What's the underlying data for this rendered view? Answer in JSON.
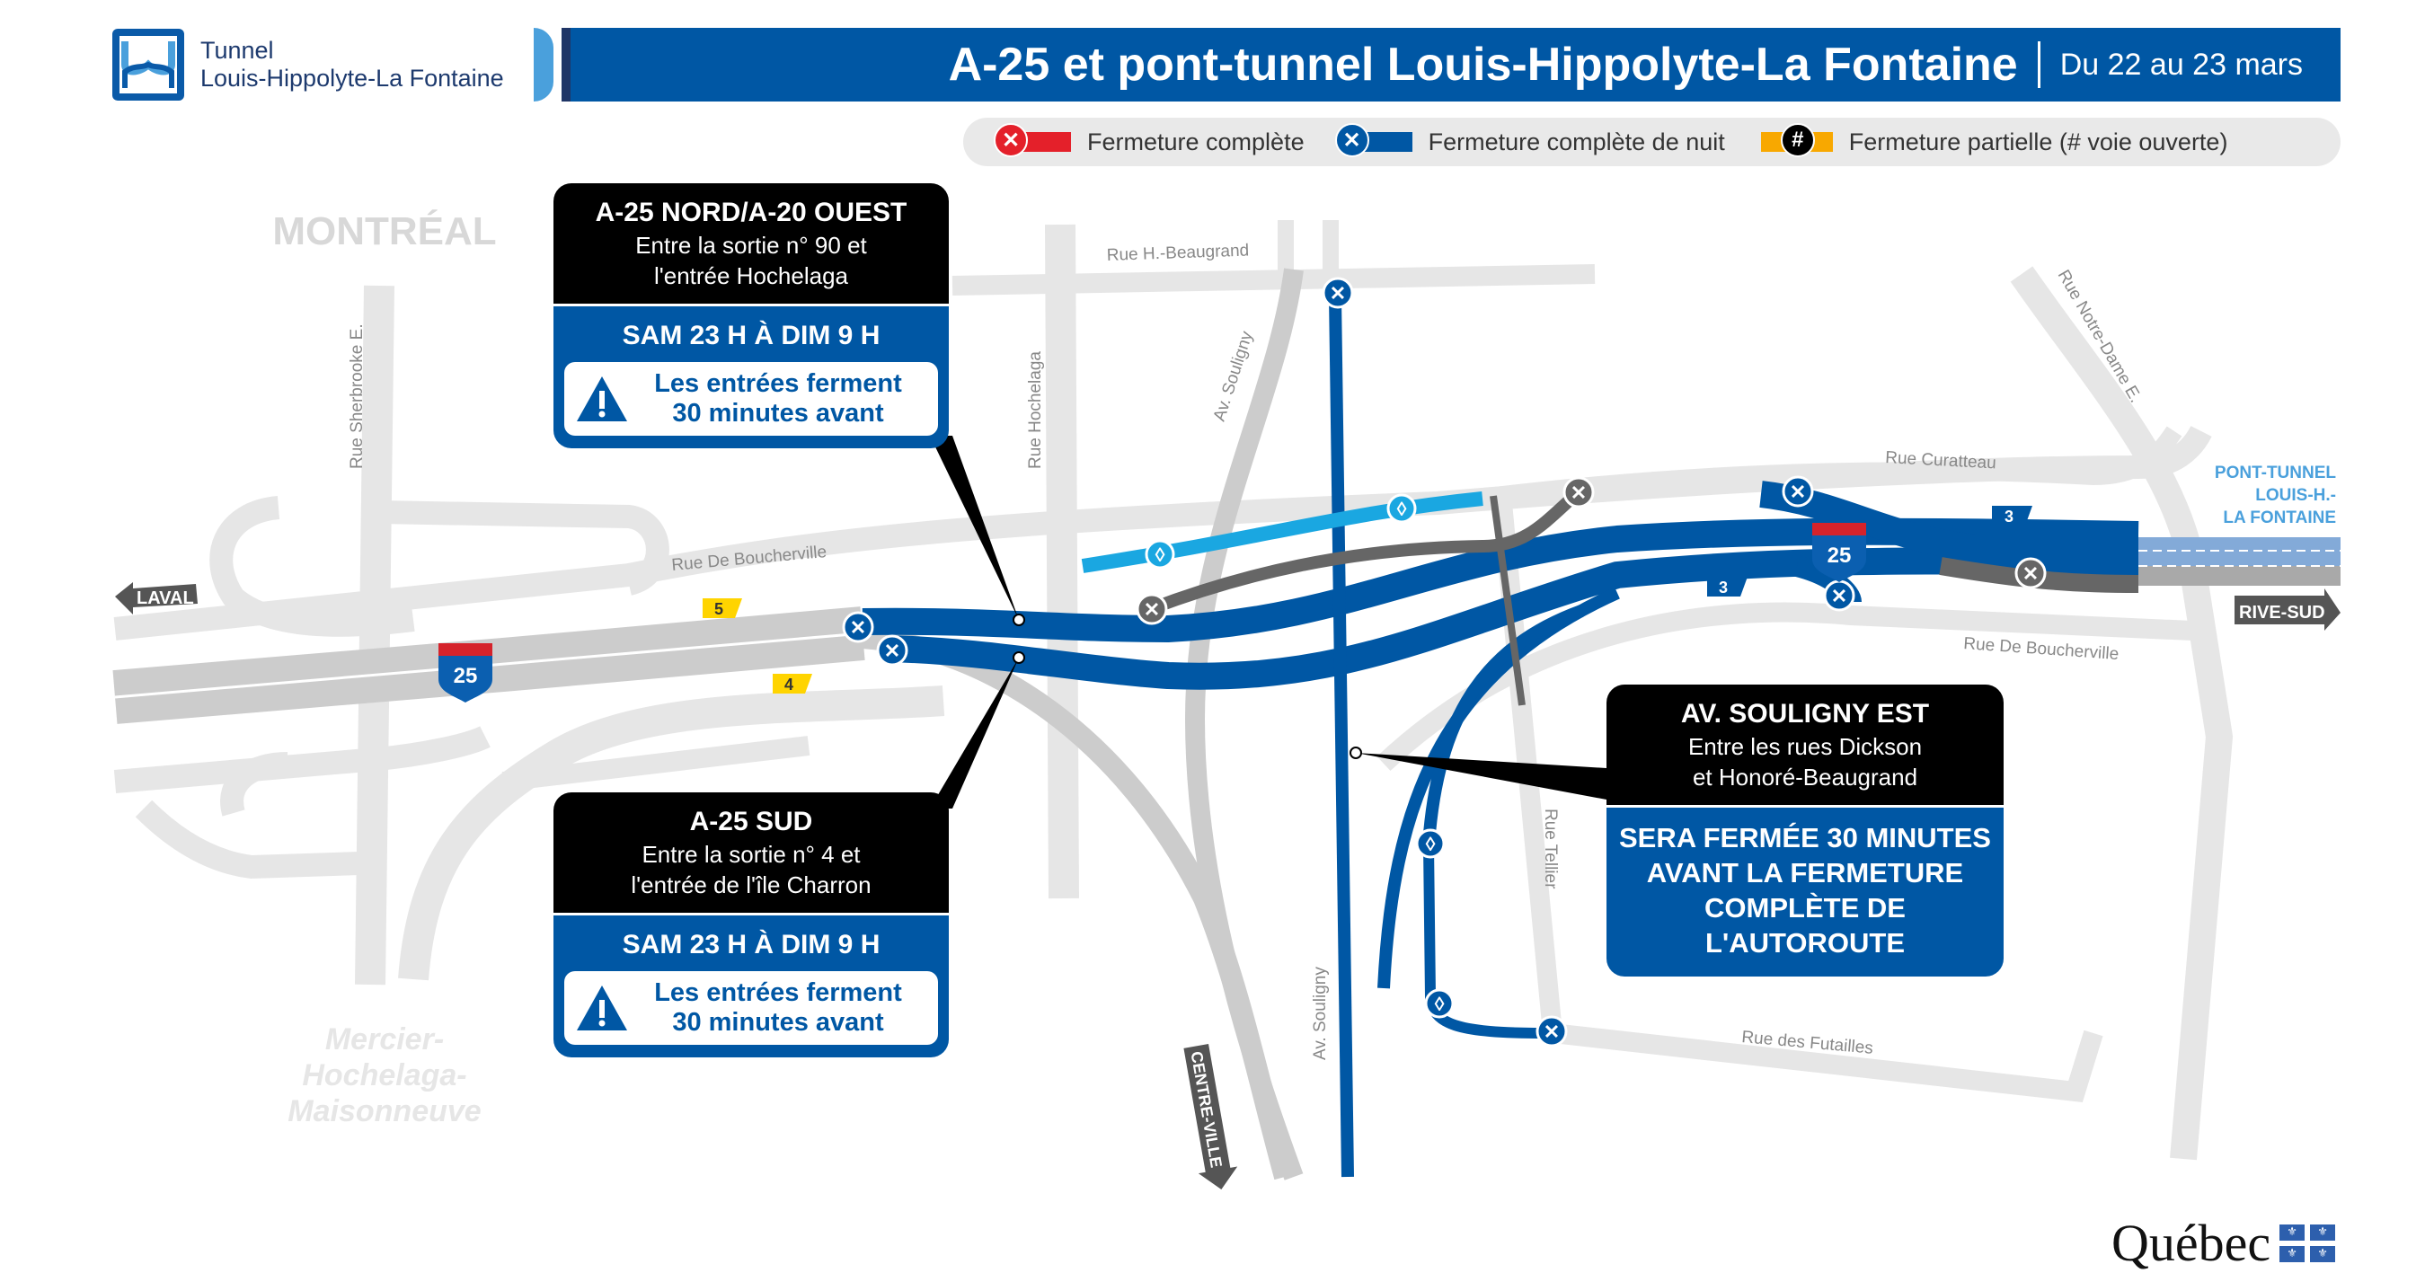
{
  "header": {
    "logo_line1": "Tunnel",
    "logo_line2": "Louis-Hippolyte-La Fontaine",
    "title": "A-25 et pont-tunnel Louis-Hippolyte-La Fontaine",
    "date": "Du 22 au 23 mars"
  },
  "legend": {
    "items": [
      {
        "label": "Fermeture complète",
        "symbol": "x",
        "color": "#e4202a"
      },
      {
        "label": "Fermeture complète de nuit",
        "symbol": "x",
        "color": "#0057a4"
      },
      {
        "label": "Fermeture partielle (# voie ouverte)",
        "symbol": "#",
        "color": "#f8a800"
      }
    ]
  },
  "callouts": {
    "north": {
      "title": "A-25 NORD/A-20 OUEST",
      "line1": "Entre la sortie n° 90 et",
      "line2": "l'entrée Hochelaga",
      "when": "SAM 23 H À DIM 9 H",
      "warn1": "Les entrées ferment",
      "warn2": "30 minutes avant"
    },
    "south": {
      "title": "A-25 SUD",
      "line1": "Entre la sortie n° 4 et",
      "line2": "l'entrée de l'île Charron",
      "when": "SAM 23 H À DIM 9 H",
      "warn1": "Les entrées ferment",
      "warn2": "30 minutes avant"
    },
    "souligny": {
      "title": "AV. SOULIGNY EST",
      "line1": "Entre les rues Dickson",
      "line2": "et Honoré-Beaugrand",
      "big1": "SERA FERMÉE 30 MINUTES",
      "big2": "AVANT LA FERMETURE",
      "big3": "COMPLÈTE DE L'AUTOROUTE"
    }
  },
  "map": {
    "areas": {
      "montreal": "MONTRÉAL",
      "mhm1": "Mercier-",
      "mhm2": "Hochelaga-",
      "mhm3": "Maisonneuve"
    },
    "streets": {
      "sherbrooke": "Rue Sherbrooke E.",
      "hochelaga": "Rue Hochelaga",
      "beaugrand": "Rue H.-Beaugrand",
      "souligny_north": "Av. Souligny",
      "souligny_south": "Av. Souligny",
      "boucherville_west": "Rue De Boucherville",
      "boucherville_east": "Rue De Boucherville",
      "curatteau": "Rue Curatteau",
      "notre_dame": "Rue Notre-Dame E.",
      "tellier": "Rue Tellier",
      "futailles": "Rue des Futailles"
    },
    "directions": {
      "laval": "LAVAL",
      "rive_sud": "RIVE-SUD",
      "centre_ville": "CENTRE-VILLE"
    },
    "tunnel_label": [
      "PONT-TUNNEL",
      "LOUIS-H.-",
      "LA FONTAINE"
    ],
    "shield_number": "25",
    "exits": {
      "exit5": "5",
      "exit4": "4",
      "exit3a": "3",
      "exit3b": "3"
    }
  },
  "colors": {
    "night_closure": "#0057a4",
    "full_closure": "#e4202a",
    "partial": "#f8a800",
    "detour": "#1aa7e1",
    "closed_ramp": "#666666",
    "road": "#e6e6e6",
    "highway": "#cccccc"
  },
  "footer": {
    "brand": "Québec"
  }
}
